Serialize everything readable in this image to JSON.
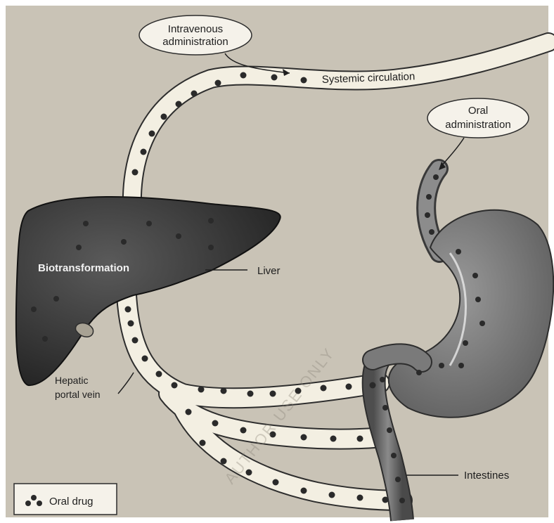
{
  "labels": {
    "intravenous_line1": "Intravenous",
    "intravenous_line2": "administration",
    "systemic": "Systemic circulation",
    "oral_line1": "Oral",
    "oral_line2": "administration",
    "biotransformation": "Biotransformation",
    "liver": "Liver",
    "hepatic_line1": "Hepatic",
    "hepatic_line2": "portal vein",
    "intestines": "Intestines",
    "legend": "Oral drug"
  },
  "watermark": "AUTHOR USE ONLY",
  "colors": {
    "background": "#c9c3b6",
    "vessel": "#f3efe2",
    "dot": "#2a2a2a",
    "liver": "#3b3b3b",
    "stomach": "#7a7a7a"
  }
}
